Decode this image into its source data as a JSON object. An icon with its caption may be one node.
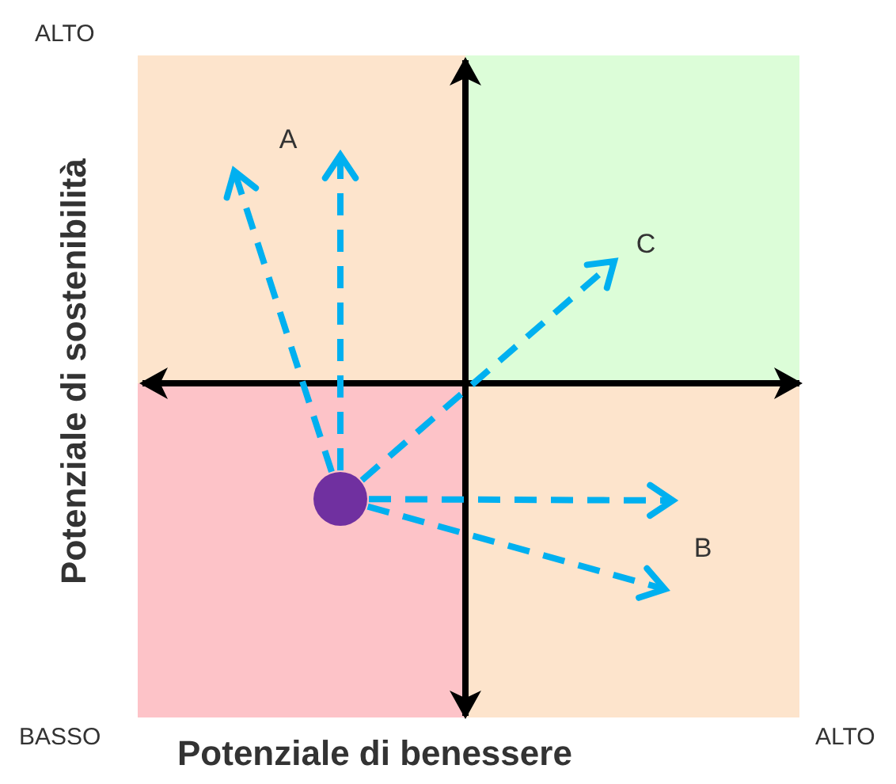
{
  "diagram": {
    "nodes": [
      {
        "text": [],
        "shape": "circle"
      },
      {
        "text": [
          "A"
        ]
      },
      {
        "text": [
          "C"
        ]
      },
      {
        "text": [
          "B"
        ]
      }
    ],
    "edges": [
      {
        "from": 0,
        "to": 1,
        "arrow": "to",
        "style": "dashed"
      },
      {
        "from": 0,
        "to": 1,
        "arrow": "to",
        "style": "dashed"
      },
      {
        "from": 0,
        "to": 2,
        "arrow": "to",
        "style": "dashed"
      },
      {
        "from": 0,
        "to": 3,
        "arrow": "to",
        "style": "dashed"
      },
      {
        "from": 0,
        "to": 3,
        "arrow": "to",
        "style": "dashed"
      }
    ],
    "labels": [
      "ALTO",
      "Potenziale di sostenibilità",
      "BASSO",
      "Potenziale di benessere",
      "ALTO"
    ]
  }
}
